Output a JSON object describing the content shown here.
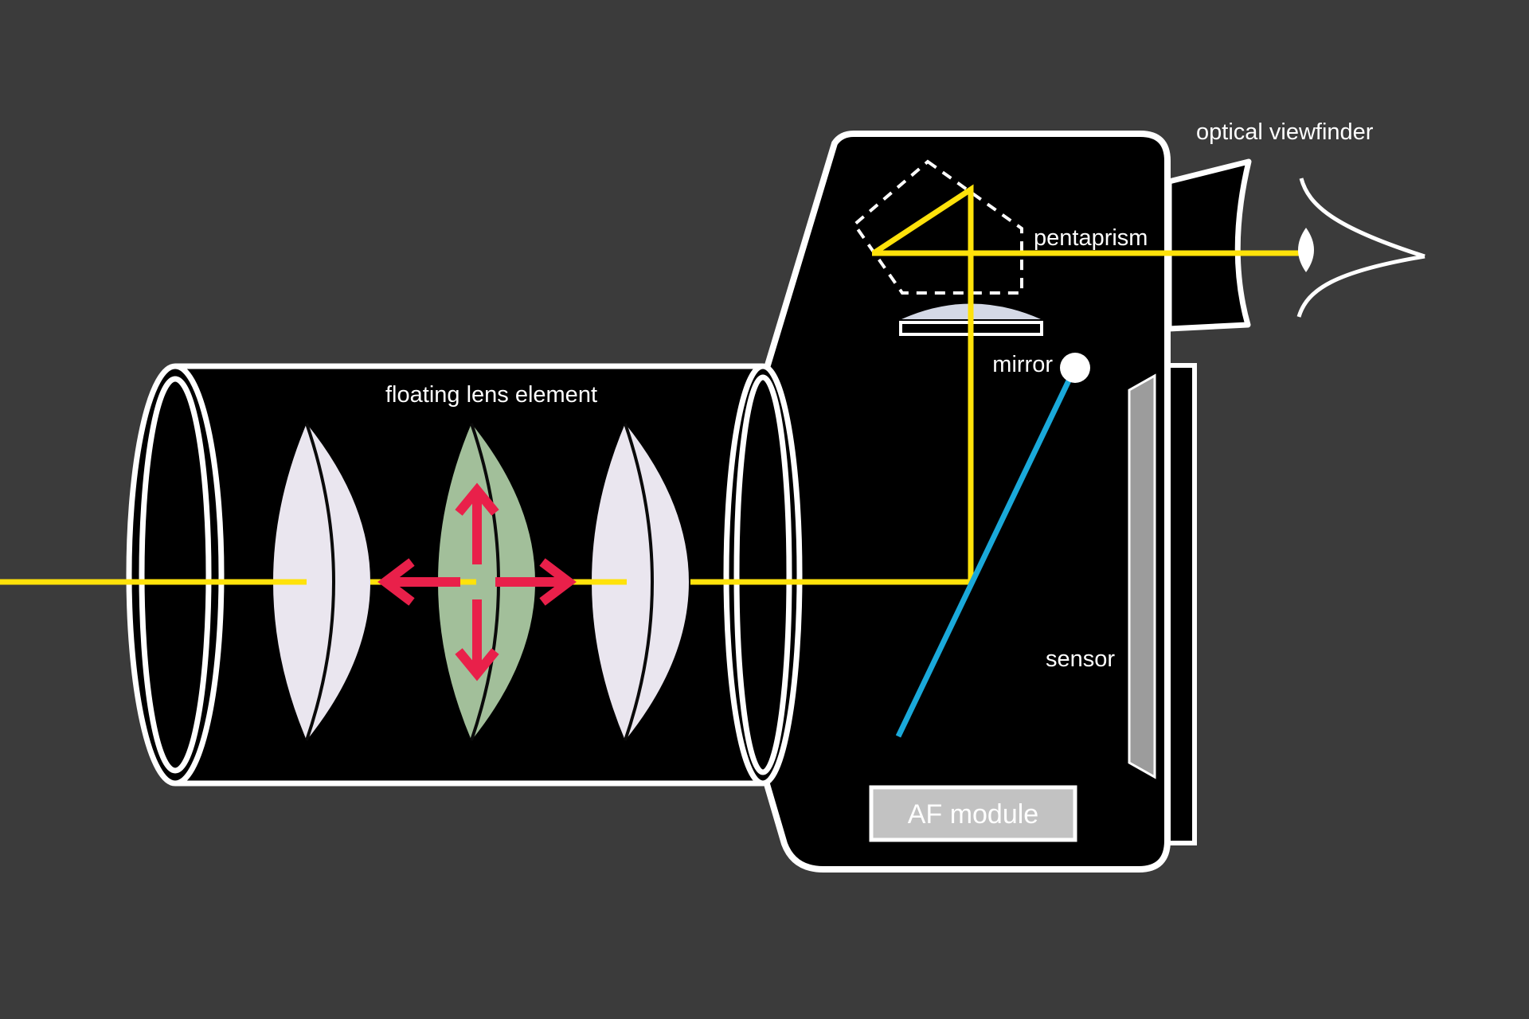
{
  "diagram": {
    "type": "dslr-camera-cross-section",
    "labels": {
      "floating_lens_element": "floating lens element",
      "pentaprism": "pentaprism",
      "optical_viewfinder": "optical viewfinder",
      "mirror": "mirror",
      "sensor": "sensor",
      "af_module": "AF module"
    },
    "colors": {
      "background": "#3b3b3b",
      "body_fill": "#000000",
      "outline": "#ffffff",
      "text": "#ffffff",
      "light_ray": "#ffe20a",
      "mirror_beam": "#1aa9da",
      "floating_lens_fill": "#a2bf9a",
      "lens_fill": "#eae6ef",
      "lens_edge_line": "#0a0a0a",
      "movement_arrow": "#e9204a",
      "sensor_fill": "#9c9c9c",
      "af_module_fill": "#c2c2c2",
      "focusing_screen_fill": "#d4d9e6"
    }
  }
}
